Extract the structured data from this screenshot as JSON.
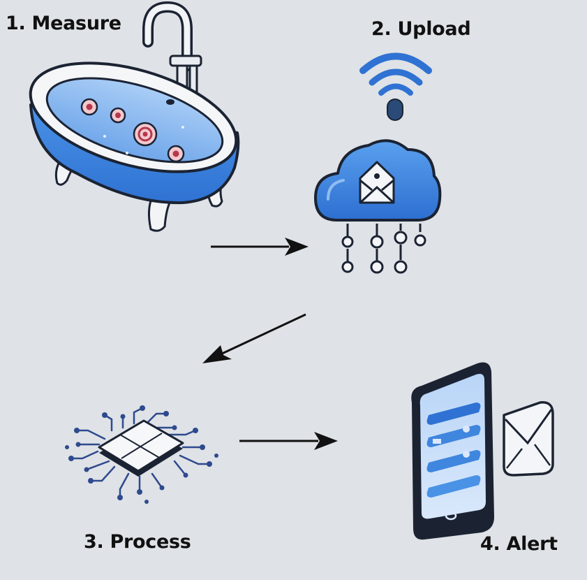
{
  "diagram": {
    "steps": [
      {
        "id": "measure",
        "label": "1. Measure",
        "icon": "bathtub-with-sensors-icon"
      },
      {
        "id": "upload",
        "label": "2. Upload",
        "icon": "cloud-upload-icon"
      },
      {
        "id": "process",
        "label": "3. Process",
        "icon": "processor-chip-icon"
      },
      {
        "id": "alert",
        "label": "4. Alert",
        "icon": "smartphone-alert-icon"
      }
    ],
    "connections": [
      {
        "from": "measure",
        "to": "upload"
      },
      {
        "from": "upload",
        "to": "process"
      },
      {
        "from": "process",
        "to": "alert"
      }
    ]
  },
  "colors": {
    "background": "#dfe2e6",
    "accent_blue": "#3f86de",
    "deep_blue": "#1e5fc4",
    "light_blue": "#8fbcf1",
    "outline": "#1b2333",
    "sensor_red": "#b7374b",
    "arrow": "#111111",
    "white": "#f8f9fb"
  }
}
